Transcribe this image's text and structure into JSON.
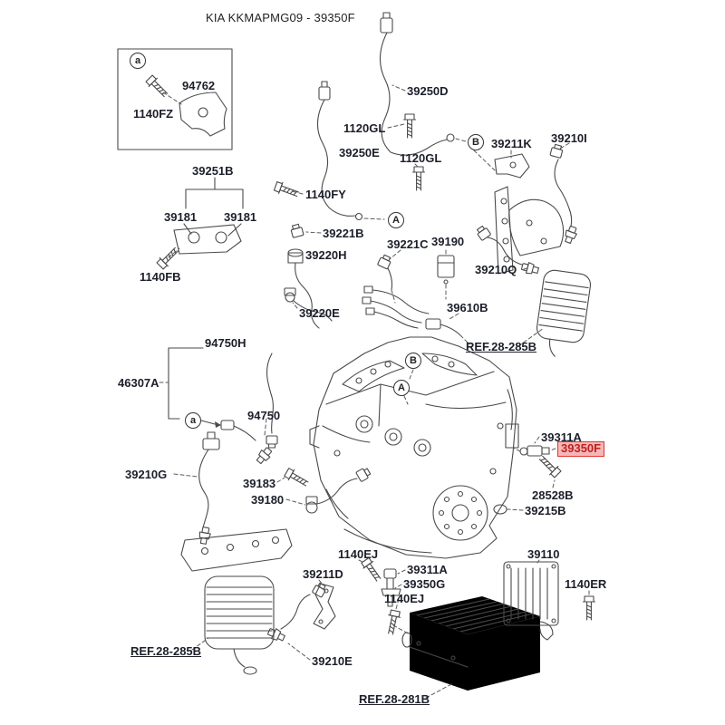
{
  "title": "KIA KKMAPMG09 - 39350F",
  "colors": {
    "line": "#4a4a4a",
    "label": "#1c1f2a",
    "highlight_bg": "#f7b6b6",
    "highlight_border": "#e03535",
    "highlight_text": "#bb2222"
  },
  "markers": [
    {
      "letter": "a"
    },
    {
      "letter": "B"
    },
    {
      "letter": "A"
    },
    {
      "letter": "B"
    },
    {
      "letter": "A"
    },
    {
      "letter": "a"
    }
  ],
  "labels": [
    {
      "text": "94762"
    },
    {
      "text": "1140FZ"
    },
    {
      "text": "39251B"
    },
    {
      "text": "39181"
    },
    {
      "text": "39181"
    },
    {
      "text": "1140FB"
    },
    {
      "text": "39250D"
    },
    {
      "text": "1120GL"
    },
    {
      "text": "39250E"
    },
    {
      "text": "1120GL"
    },
    {
      "text": "1140FY"
    },
    {
      "text": "39221B"
    },
    {
      "text": "39220H"
    },
    {
      "text": "39221C"
    },
    {
      "text": "39190"
    },
    {
      "text": "39211K"
    },
    {
      "text": "39210I"
    },
    {
      "text": "39210Q"
    },
    {
      "text": "39220E"
    },
    {
      "text": "39610B"
    },
    {
      "text": "REF.28-285B"
    },
    {
      "text": "94750H"
    },
    {
      "text": "46307A"
    },
    {
      "text": "94750"
    },
    {
      "text": "39210G"
    },
    {
      "text": "39183"
    },
    {
      "text": "39180"
    },
    {
      "text": "39311A"
    },
    {
      "text": "39350F"
    },
    {
      "text": "28528B"
    },
    {
      "text": "39215B"
    },
    {
      "text": "1140EJ"
    },
    {
      "text": "39211D"
    },
    {
      "text": "39311A"
    },
    {
      "text": "39350G"
    },
    {
      "text": "1140EJ"
    },
    {
      "text": "39110"
    },
    {
      "text": "1140ER"
    },
    {
      "text": "39210E"
    },
    {
      "text": "REF.28-285B"
    },
    {
      "text": "REF.28-281B"
    }
  ]
}
